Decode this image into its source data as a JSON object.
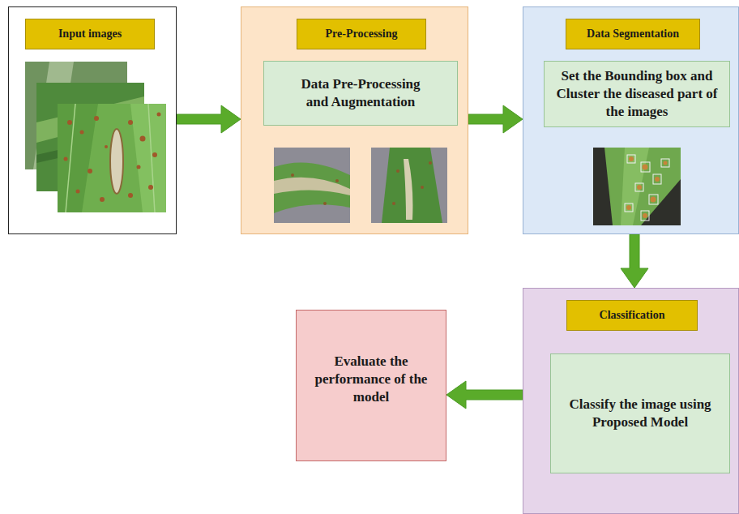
{
  "diagram": {
    "nodes": [
      {
        "text": [
          "Input images"
        ]
      },
      {
        "text": [
          "Pre-Processing"
        ]
      },
      {
        "text": [
          "Data Pre-Processing and Augmentation"
        ],
        "in": 1
      },
      {
        "text": [
          "Data Segmentation"
        ]
      },
      {
        "text": [
          "Set the Bounding box and Cluster the diseased part of the images"
        ],
        "in": 3
      },
      {
        "text": [
          "Classification"
        ]
      },
      {
        "text": [
          "Classify the image using Proposed Model"
        ],
        "in": 5
      },
      {
        "text": [
          "Evaluate the performance of the model"
        ]
      }
    ],
    "edges": [
      {
        "from": 0,
        "to": 1,
        "arrow": "to"
      },
      {
        "from": 1,
        "to": 3,
        "arrow": "to"
      },
      {
        "from": 3,
        "to": 5,
        "arrow": "to"
      },
      {
        "from": 5,
        "to": 7,
        "arrow": "to"
      }
    ]
  }
}
